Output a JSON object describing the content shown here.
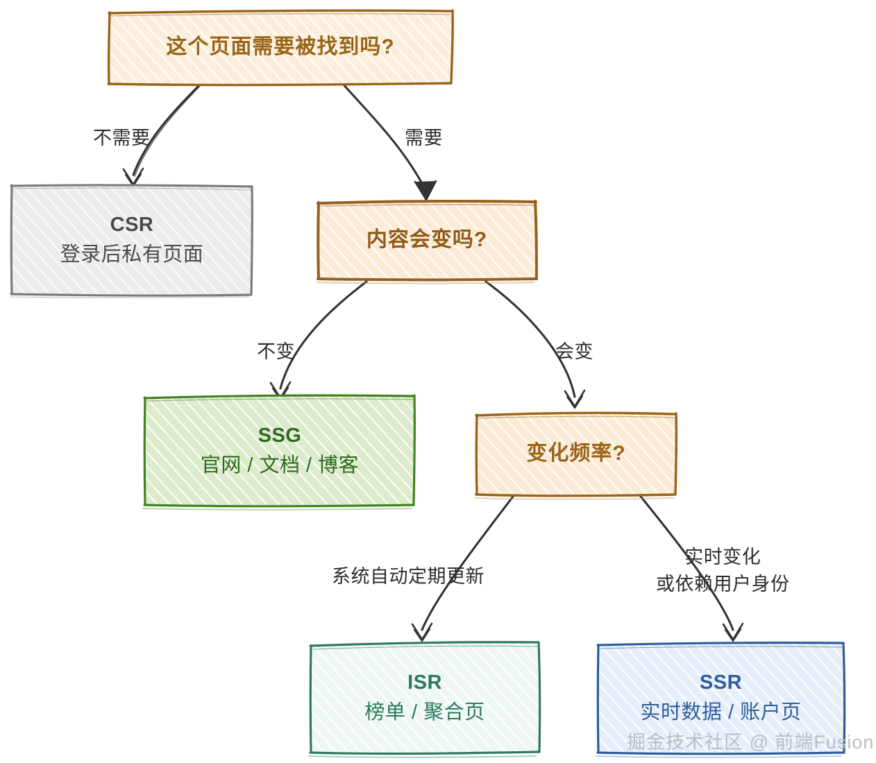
{
  "diagram": {
    "title_node": "这个页面需要被找到吗?",
    "nodes": [
      {
        "id": "root",
        "text_primary": "这个页面需要被找到吗?",
        "text_secondary": "",
        "fill": "#FBEEDC",
        "stroke": "#9A6418",
        "text_color": "#9A6418"
      },
      {
        "id": "csr",
        "text_primary": "CSR",
        "text_secondary": "登录后私有页面",
        "fill": "#ECECEA",
        "stroke": "#7C7C7C",
        "text_color": "#4A4A4A"
      },
      {
        "id": "change",
        "text_primary": "内容会变吗?",
        "text_secondary": "",
        "fill": "#FBEBD7",
        "stroke": "#96601E",
        "text_color": "#8F5A16"
      },
      {
        "id": "ssg",
        "text_primary": "SSG",
        "text_secondary": "官网 / 文档 / 博客",
        "fill": "#DDEBCD",
        "stroke": "#41821F",
        "text_color": "#2E6B1E"
      },
      {
        "id": "freq",
        "text_primary": "变化频率?",
        "text_secondary": "",
        "fill": "#FAEAD6",
        "stroke": "#9A6418",
        "text_color": "#9A6418"
      },
      {
        "id": "isr",
        "text_primary": "ISR",
        "text_secondary": "榜单 / 聚合页",
        "fill": "#EFF7F3",
        "stroke": "#2E7A5C",
        "text_color": "#2A7A5B"
      },
      {
        "id": "ssr",
        "text_primary": "SSR",
        "text_secondary": "实时数据 / 账户页",
        "fill": "#E6EEF9",
        "stroke": "#2D5D9E",
        "text_color": "#2D5D9E"
      }
    ],
    "edges": [
      {
        "id": "root-csr",
        "label": "不需要",
        "label2": ""
      },
      {
        "id": "root-change",
        "label": "需要",
        "label2": ""
      },
      {
        "id": "change-ssg",
        "label": "不变",
        "label2": ""
      },
      {
        "id": "change-freq",
        "label": "会变",
        "label2": ""
      },
      {
        "id": "freq-isr",
        "label": "系统自动定期更新",
        "label2": ""
      },
      {
        "id": "freq-ssr",
        "label": "实时变化",
        "label2": "或依赖用户身份"
      }
    ],
    "watermark": "掘金技术社区 @ 前端Fusion",
    "background": "#ffffff"
  }
}
